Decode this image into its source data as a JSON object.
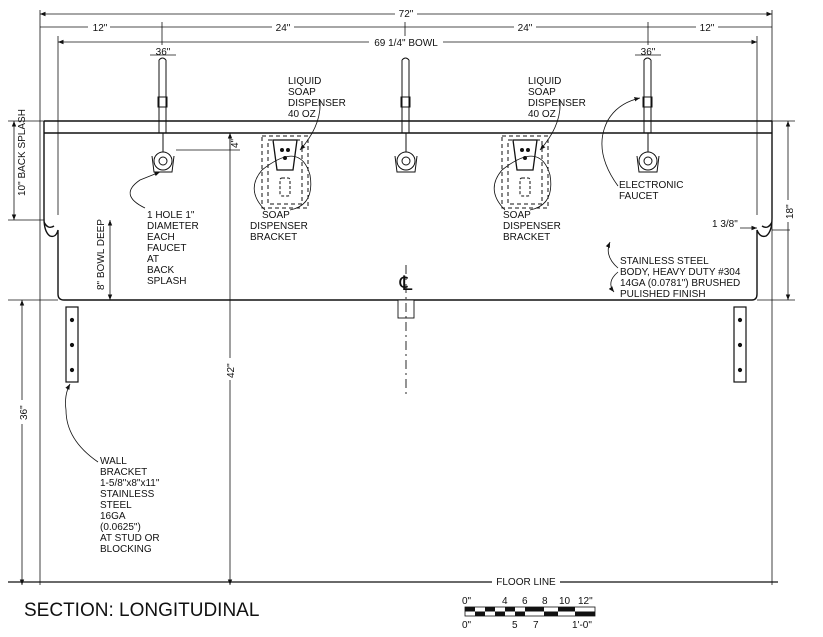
{
  "dimensions": {
    "overall": "72\"",
    "seg_left": "12\"",
    "seg_mid_left": "24\"",
    "seg_mid_right": "24\"",
    "seg_right": "12\"",
    "bowl": "69 1/4\" BOWL",
    "faucet_height_left": "36\"",
    "faucet_height_right": "36\"",
    "faucet_offset": "4\"",
    "back_splash": "10\" BACK SPLASH",
    "bowl_deep": "8\" BOWL DEEP",
    "right_height": "18\"",
    "edge": "1 3/8\"",
    "rim_height": "42\"",
    "bracket_height": "36\""
  },
  "callouts": {
    "soap_left": [
      "LIQUID",
      "SOAP",
      "DISPENSER",
      "40 OZ"
    ],
    "soap_right": [
      "LIQUID",
      "SOAP",
      "DISPENSER",
      "40 OZ"
    ],
    "bracket_left": [
      "SOAP",
      "DISPENSER",
      "BRACKET"
    ],
    "bracket_right": [
      "SOAP",
      "DISPENSER",
      "BRACKET"
    ],
    "faucet": [
      "ELECTRONIC",
      "FAUCET"
    ],
    "hole": [
      "1 HOLE 1\"",
      "DIAMETER",
      "EACH",
      "FAUCET",
      "AT",
      "BACK",
      "SPLASH"
    ],
    "body": [
      "STAINLESS STEEL",
      "BODY, HEAVY DUTY #304",
      "14GA (0.0781\") BRUSHED",
      "PULISHED FINISH"
    ],
    "wall_bracket": [
      "WALL",
      "BRACKET",
      "1-5/8\"x8\"x11\"",
      "STAINLESS",
      "STEEL",
      "16GA",
      "(0.0625\")",
      "AT STUD OR",
      "BLOCKING"
    ],
    "floor": "FLOOR LINE",
    "centerline": "℄"
  },
  "title": "SECTION: LONGITUDINAL",
  "scale_bar": {
    "top": [
      "0\"",
      "4",
      "6",
      "8",
      "10",
      "12\""
    ],
    "bottom": [
      "0\"",
      "5",
      "7",
      "1'-0\""
    ]
  }
}
